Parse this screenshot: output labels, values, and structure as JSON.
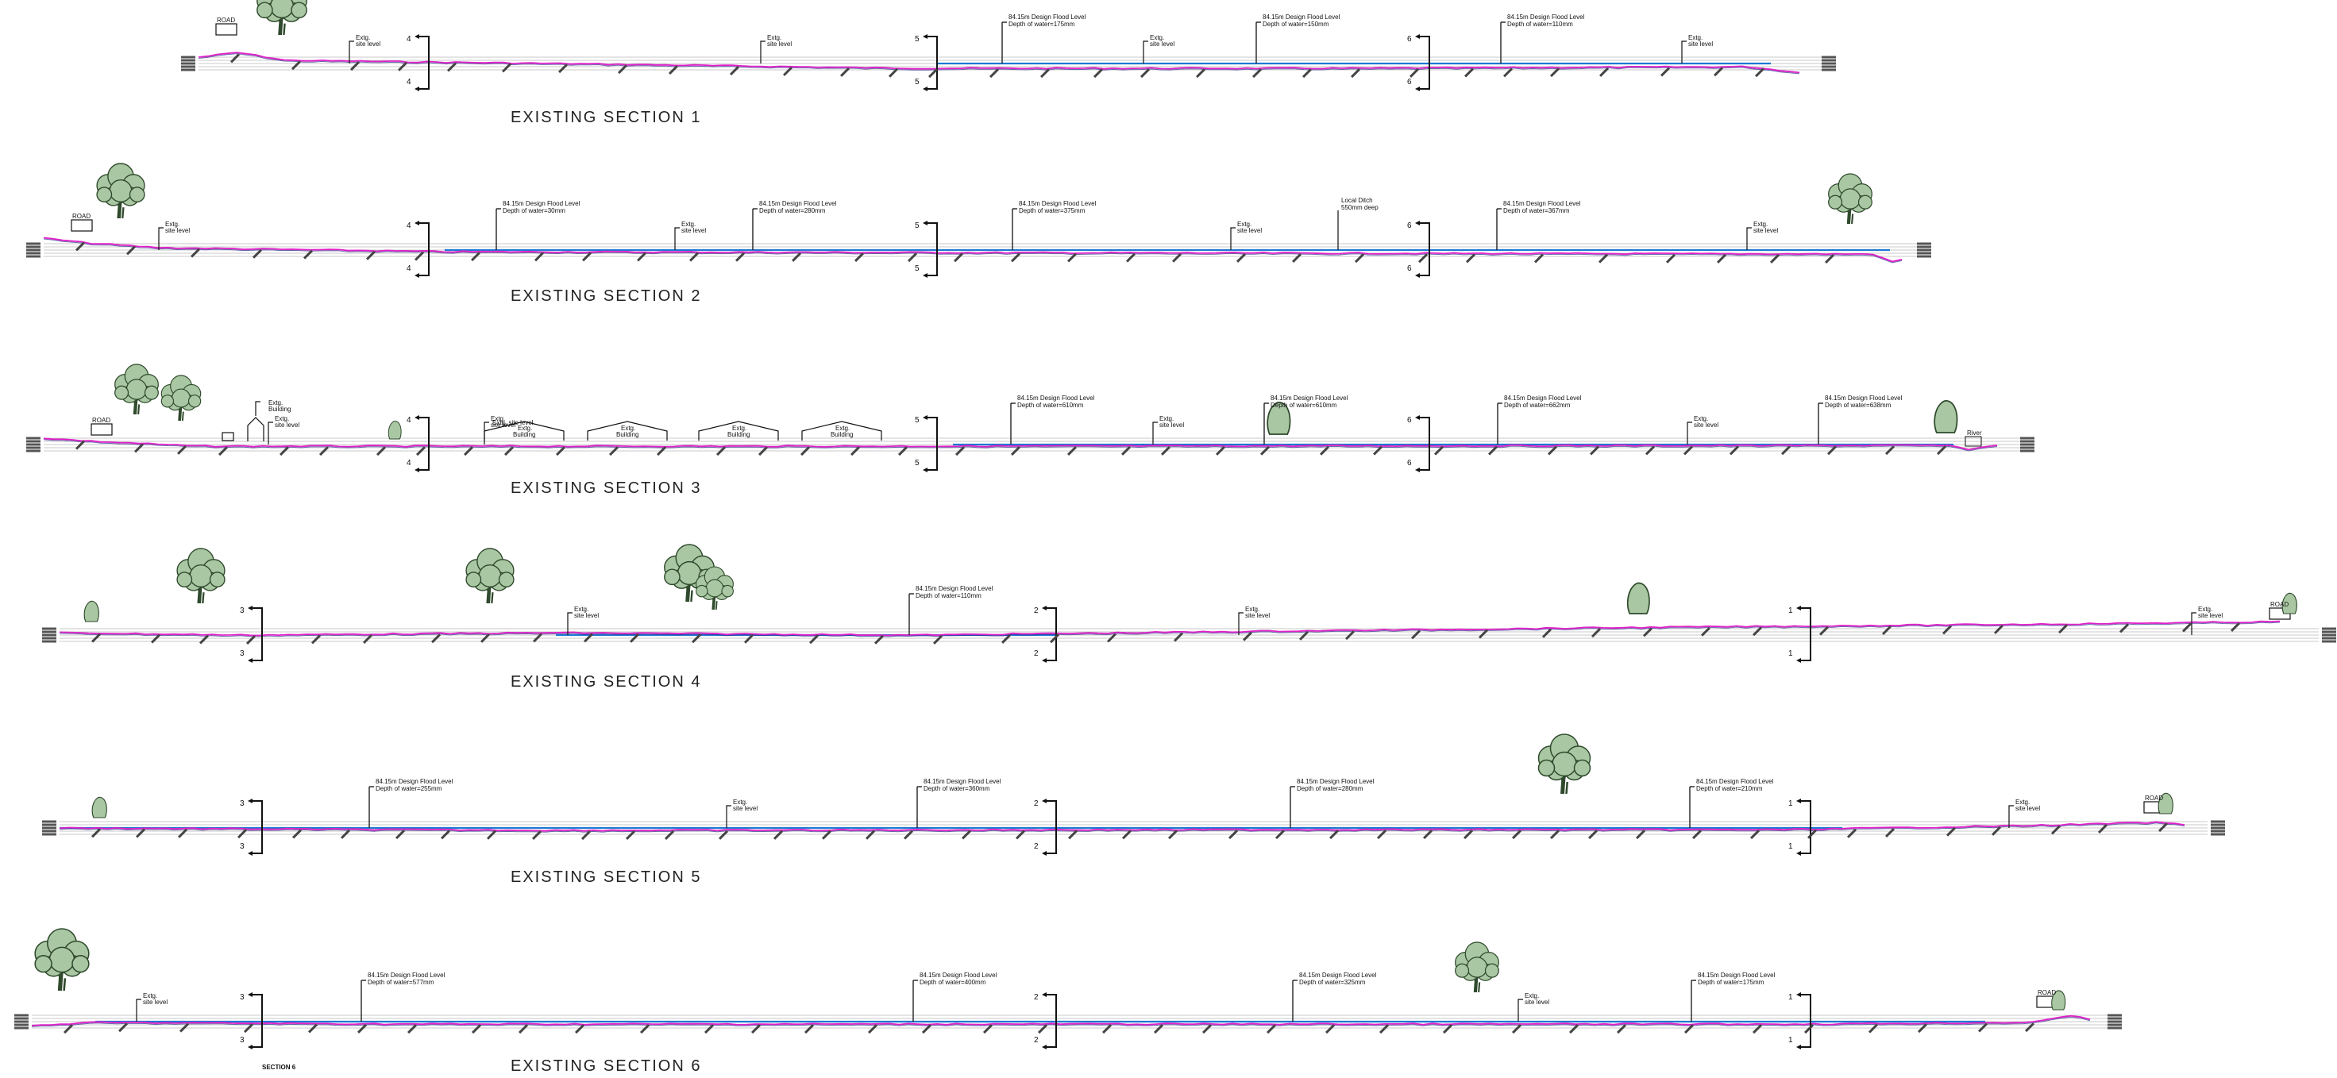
{
  "drawing": {
    "colors": {
      "existing_ground": "#e020c8",
      "flood_water": "#1e78d2",
      "ground_dark": "#2a2a8a",
      "datum_lines": "#c8c8c8",
      "tree_fill": "#a9c7a3",
      "tree_stroke": "#2f4a2c",
      "linework": "#111111"
    },
    "flood_label_line1": "84.15m Design Flood Level",
    "site_label": "Extg. site level",
    "site_label_l1": "Extg.",
    "site_label_l2": "site level",
    "road_label": "ROAD",
    "building_label": "Extg. Building",
    "building_label_l1": "Extg.",
    "building_label_l2": "Building",
    "ditch_label_l1": "Local Ditch",
    "ditch_label_l2": "550mm deep",
    "river_label": "River",
    "section6_tag": "SECTION 6",
    "sections": [
      {
        "title": "EXISTING SECTION 1",
        "depth_labels": [
          "Depth of water=175mm",
          "Depth of water=150mm",
          "Depth of water=110mm"
        ],
        "marker_numbers": [
          "4",
          "5",
          "6"
        ]
      },
      {
        "title": "EXISTING SECTION 2",
        "depth_labels": [
          "Depth of water=30mm",
          "Depth of water=280mm",
          "Depth of water=375mm",
          "Depth of water=367mm"
        ],
        "marker_numbers": [
          "4",
          "5",
          "6"
        ]
      },
      {
        "title": "EXISTING SECTION 3",
        "depth_labels": [
          "Depth of water=610mm",
          "Depth of water=610mm",
          "Depth of water=662mm",
          "Depth of water=638mm"
        ],
        "marker_numbers": [
          "4",
          "5",
          "6"
        ]
      },
      {
        "title": "EXISTING SECTION 4",
        "depth_labels": [
          "Depth of water=110mm"
        ],
        "marker_numbers": [
          "3",
          "2",
          "1"
        ]
      },
      {
        "title": "EXISTING SECTION 5",
        "depth_labels": [
          "Depth of water=255mm",
          "Depth of water=360mm",
          "Depth of water=280mm",
          "Depth of water=210mm"
        ],
        "marker_numbers": [
          "3",
          "2",
          "1"
        ]
      },
      {
        "title": "EXISTING SECTION 6",
        "depth_labels": [
          "Depth of water=577mm",
          "Depth of water=400mm",
          "Depth of water=325mm",
          "Depth of water=175mm"
        ],
        "marker_numbers": [
          "3",
          "2",
          "1"
        ]
      }
    ]
  }
}
